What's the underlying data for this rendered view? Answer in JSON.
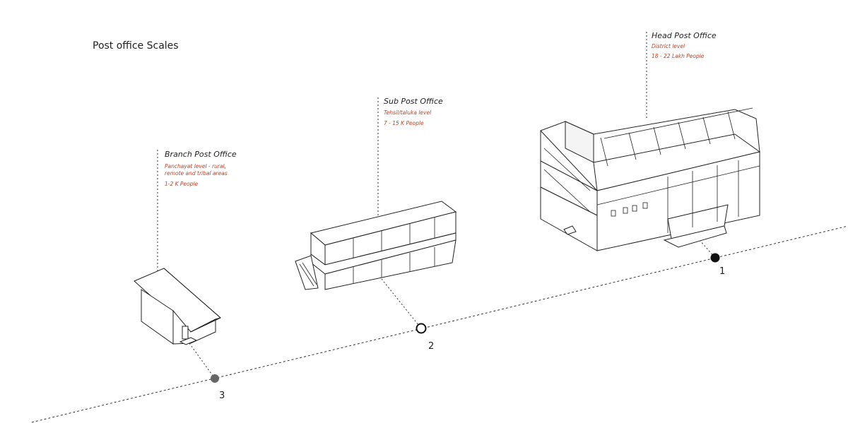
{
  "title": "Post office Scales",
  "offices": [
    {
      "name": "Branch Post Office",
      "level": "Panchayat level - rural, remote and tribal areas",
      "level_line1": "Panchayat level - rural,",
      "level_line2": "remote and tribal areas",
      "population": "1-2 K People",
      "marker": "3"
    },
    {
      "name": "Sub Post Office",
      "level": "Tehsil/taluka level",
      "population": "7 - 15 K People",
      "marker": "2"
    },
    {
      "name": "Head Post Office",
      "level": "District level",
      "population": "18 - 22 Lakh People",
      "marker": "1"
    }
  ],
  "colors": {
    "accent": "#b5472a",
    "line": "#222222",
    "marker3": "#666666"
  }
}
